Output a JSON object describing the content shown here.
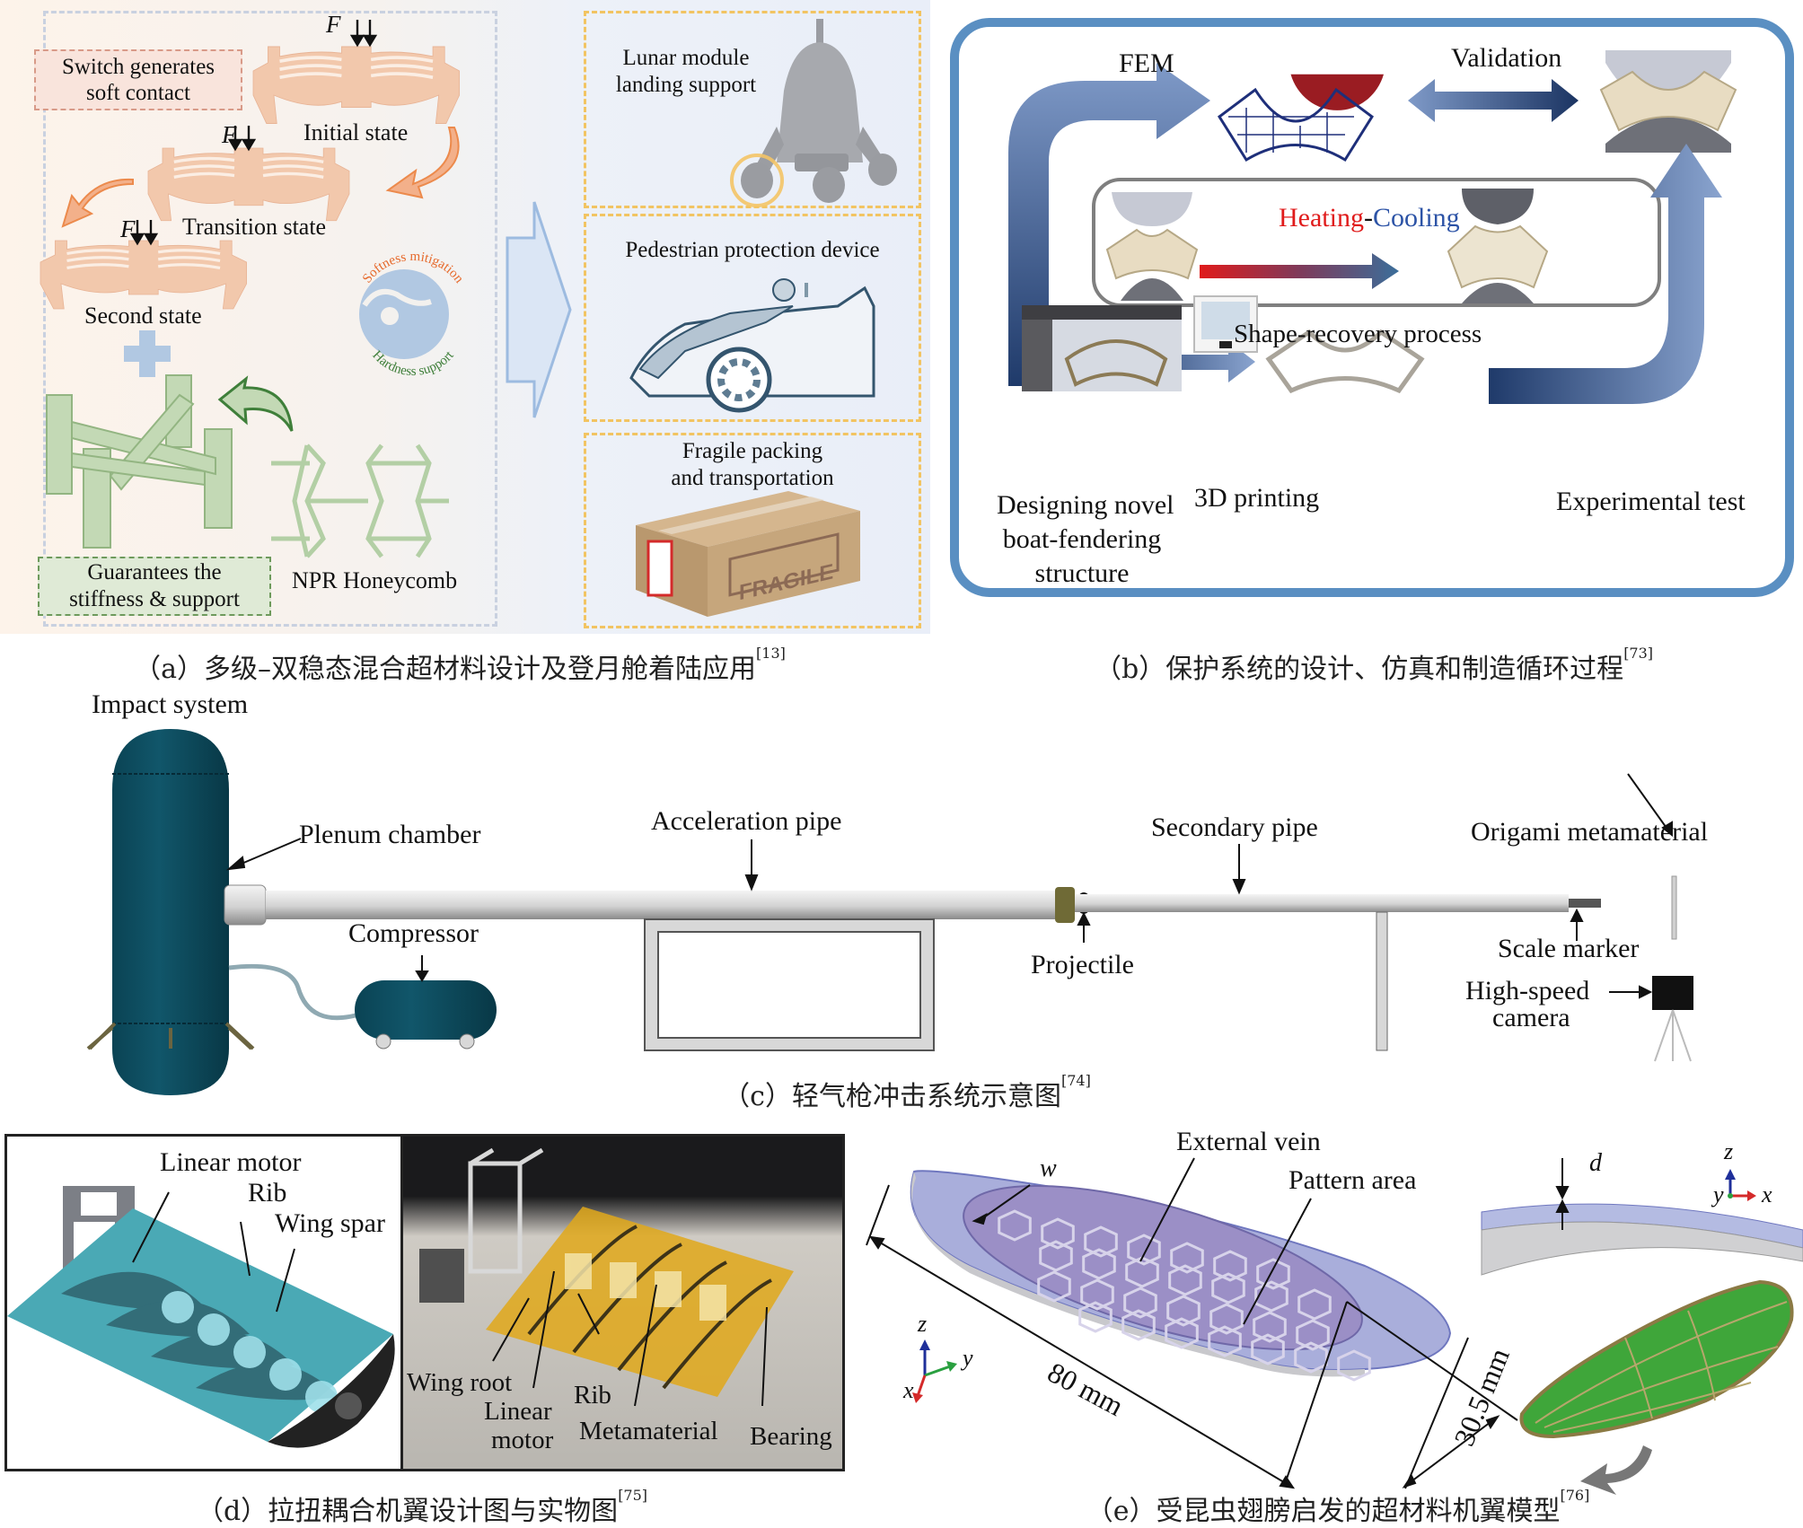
{
  "panel_a": {
    "switch_note": [
      "Switch generates",
      "soft contact"
    ],
    "force_label": "F",
    "states": [
      "Initial state",
      "Transition state",
      "Second state"
    ],
    "yin_yang": {
      "top": "Softness mitigation",
      "bottom": "Hardness support"
    },
    "stiffness_note": [
      "Guarantees the",
      "stiffness & support"
    ],
    "honeycomb_label": "NPR Honeycomb",
    "applications": [
      {
        "label": [
          "Lunar module",
          "landing support"
        ]
      },
      {
        "label": [
          "Pedestrian protection device"
        ]
      },
      {
        "label": [
          "Fragile packing",
          "and transportation"
        ]
      }
    ],
    "box_stamp": "FRAGILE",
    "caption": "（a）多级–双稳态混合超材料设计及登月舱着陆应用",
    "ref": "[13]",
    "colors": {
      "state_shape": "#f2c8ac",
      "arrow_orange": "#ec8a4c",
      "green_shape": "#c3d9b5",
      "yin_yang": "#b1c8e2",
      "softness_text": "#e66a2c",
      "hardness_text": "#3f7f3a"
    }
  },
  "panel_b": {
    "fem_label": "FEM",
    "validation_label": "Validation",
    "heating_label": "Heating",
    "dash": "-",
    "cooling_label": "Cooling",
    "shape_recovery_label": "Shape-recovery process",
    "design_label": [
      "Designing novel",
      "boat-fendering",
      "structure"
    ],
    "printing_label": "3D printing",
    "experimental_label": "Experimental test",
    "caption": "（b）保护系统的设计、仿真和制造循环过程",
    "ref": "[73]",
    "colors": {
      "frame": "#5a8fc2",
      "heating": "#e01b1b",
      "cooling": "#2c53a6",
      "fem_red": "#9a1c22",
      "mesh": "#1e2f7a"
    }
  },
  "panel_c": {
    "title": "Impact system",
    "labels": {
      "plenum": "Plenum chamber",
      "compressor": "Compressor",
      "acceleration": "Acceleration pipe",
      "projectile": "Projectile",
      "secondary": "Secondary pipe",
      "origami": "Origami metamaterial",
      "scale": "Scale marker",
      "camera": [
        "High-speed",
        "camera"
      ]
    },
    "caption": "（c）轻气枪冲击系统示意图",
    "ref": "[74]",
    "colors": {
      "tank": "#0e5266",
      "pipe": "#d8d8d8"
    }
  },
  "panel_d": {
    "left_labels": [
      "Linear motor",
      "Rib",
      "Wing spar"
    ],
    "right_labels": {
      "wing_root": "Wing root",
      "linear_motor": [
        "Linear",
        "motor"
      ],
      "rib": "Rib",
      "metamaterial": "Metamaterial",
      "bearing": "Bearing"
    },
    "caption": "（d）拉扭耦合机翼设计图与实物图",
    "ref": "[75]",
    "colors": {
      "wing_cad": "#4aa9b5",
      "wing_real": "#e0a81a"
    }
  },
  "panel_e": {
    "external_vein": "External vein",
    "w_label": "w",
    "pattern_area": "Pattern area",
    "d_label": "d",
    "length": "80 mm",
    "width": "30.5 mm",
    "axes_left": {
      "z": "z",
      "y": "y",
      "x": "x"
    },
    "axes_right": {
      "z": "z",
      "y": "y",
      "x": "x"
    },
    "caption": "（e）受昆虫翅膀启发的超材料机翼模型",
    "ref": "[76]",
    "colors": {
      "wing": "#a9aedb",
      "pattern": "#9b8fc6",
      "insect_wing": "#3fa63a"
    }
  }
}
